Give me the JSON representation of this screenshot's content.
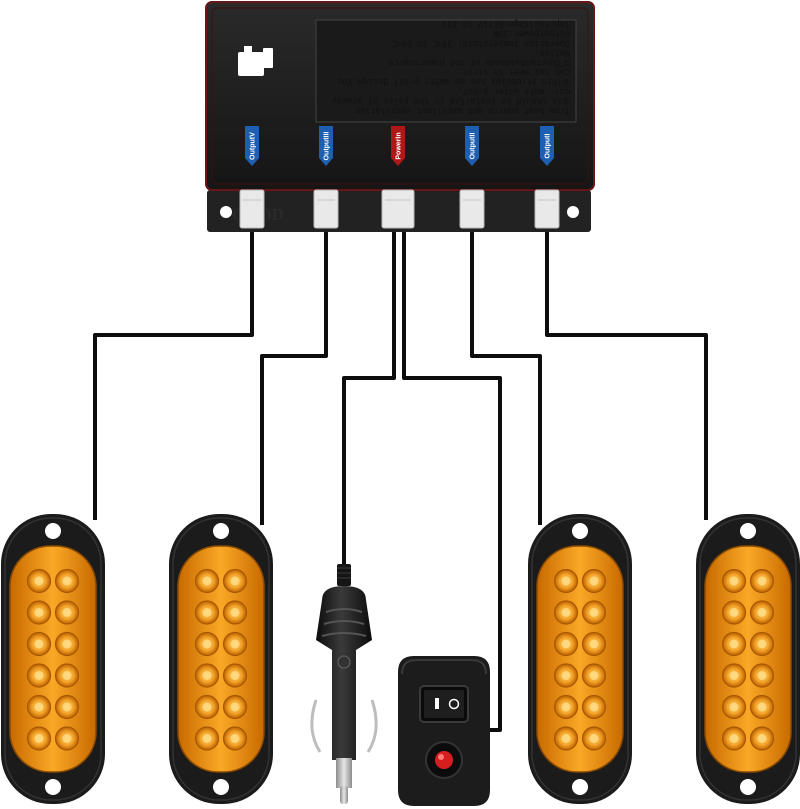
{
  "controller": {
    "brand": "GOOD",
    "notice_lines": [
      "from heat source and excellent ventilation.",
      "②is should be installed in the palce of araway",
      "mus: make water proof.",
      "①This strobolux has no water proff design.You",
      "can not meet in strat",
      "②Thestandandaude of the powersource",
      "Notice:",
      "Operation temperature:-30℃ to 60℃",
      "Outputpower:30W",
      "Inputvoltage:DC11V to 13V"
    ],
    "ports": [
      {
        "label": "OutputV",
        "color": "#1f5fb0"
      },
      {
        "label": "OutputIII",
        "color": "#1f5fb0"
      },
      {
        "label": "PowerIn",
        "color": "#b01818"
      },
      {
        "label": "OutputII",
        "color": "#1f5fb0"
      },
      {
        "label": "OutputI",
        "color": "#1f5fb0"
      }
    ]
  },
  "colors": {
    "housing": "#1b1b1b",
    "amber_lens": "#f19a17",
    "cable": "#0d0d0d",
    "switch_button": "#d61e1e"
  }
}
